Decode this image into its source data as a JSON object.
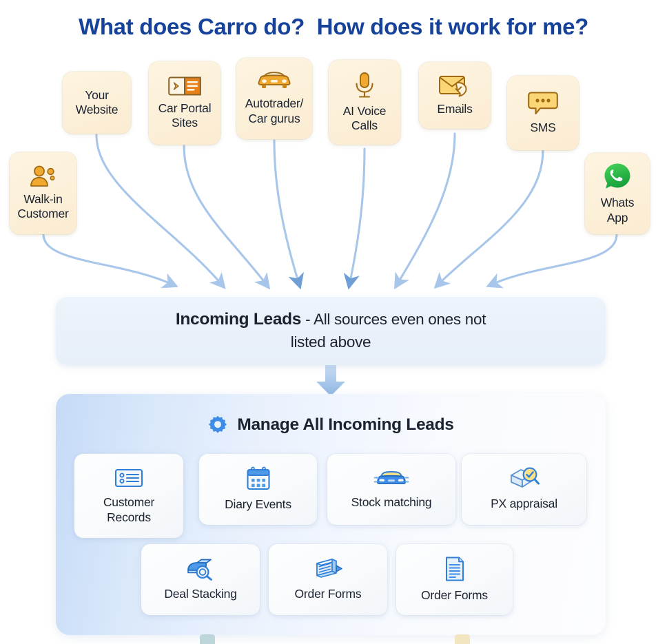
{
  "page": {
    "title": "What does Carro do?  How does it work for me?",
    "title_color": "#16429a",
    "background": "#ffffff"
  },
  "colors": {
    "source_card_bg": "#fcf0d9",
    "source_icon_accent": "#f0a92e",
    "connector_line": "#a8c6ea",
    "panel_accent": "#c5daf7",
    "feature_icon_accent": "#3d8ce8",
    "text_dark": "#1b2330",
    "whatsapp_green": "#25d366"
  },
  "sources": {
    "heading_implicit": "Lead sources",
    "items": [
      {
        "id": "your-website",
        "label": "Your\nWebsite",
        "icon": "none"
      },
      {
        "id": "car-portal-sites",
        "label": "Car Portal\nSites",
        "icon": "car-portal-icon"
      },
      {
        "id": "autotrader",
        "label": "Autotrader/\nCar gurus",
        "icon": "car-icon"
      },
      {
        "id": "ai-voice-calls",
        "label": "AI Voice\nCalls",
        "icon": "microphone-icon"
      },
      {
        "id": "emails",
        "label": "Emails",
        "icon": "envelope-check-icon"
      },
      {
        "id": "sms",
        "label": "SMS",
        "icon": "speech-bubble-icon"
      },
      {
        "id": "whatsapp",
        "label": "Whats\nApp",
        "icon": "whatsapp-icon"
      },
      {
        "id": "walk-in-customer",
        "label": "Walk-in\nCustomer",
        "icon": "person-icon"
      }
    ]
  },
  "incoming_leads": {
    "title": "Incoming Leads",
    "separator": " - ",
    "description": "All sources even ones not listed above"
  },
  "manage_panel": {
    "title": "Manage All Incoming Leads",
    "icon": "gear-icon",
    "features": [
      {
        "id": "customer-records",
        "label": "Customer\nRecords",
        "icon": "id-card-icon"
      },
      {
        "id": "diary-events",
        "label": "Diary Events",
        "icon": "calendar-icon"
      },
      {
        "id": "stock-matching",
        "label": "Stock matching",
        "icon": "car-front-icon"
      },
      {
        "id": "px-appraisal",
        "label": "PX appraisal",
        "icon": "magnifier-check-icon"
      },
      {
        "id": "deal-stacking",
        "label": "Deal Stacking",
        "icon": "deal-magnifier-icon"
      },
      {
        "id": "order-forms-1",
        "label": "Order Forms",
        "icon": "stacked-documents-icon"
      },
      {
        "id": "order-forms-2",
        "label": "Order Forms",
        "icon": "document-icon"
      }
    ]
  }
}
